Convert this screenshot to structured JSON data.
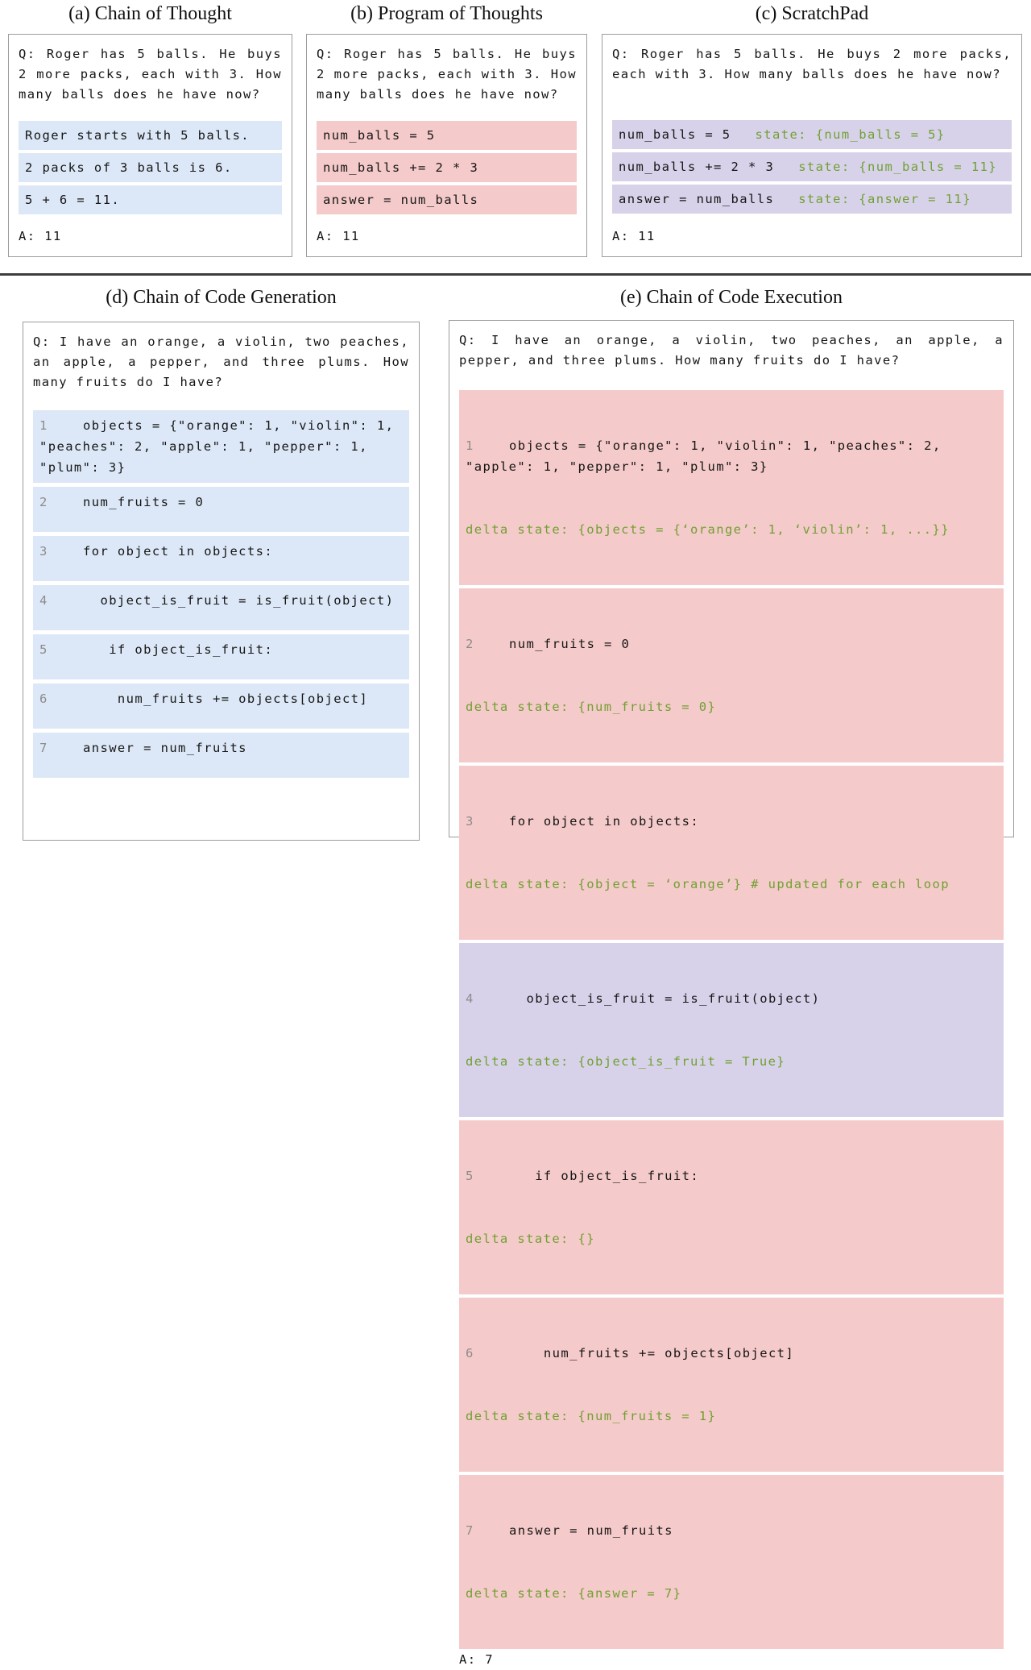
{
  "colors": {
    "blue": "#dce8f7",
    "pink": "#f5caca",
    "purple": "#d7d2e9",
    "green": "#71a033",
    "linenum": "#8c8c8c"
  },
  "panels": {
    "a": {
      "title": "(a) Chain of Thought",
      "question": "Q: Roger has 5 balls. He buys 2 more packs, each with 3. How many balls does he have now?",
      "rows": [
        {
          "code": "Roger starts with 5 balls."
        },
        {
          "code": "2 packs of 3 balls is 6."
        },
        {
          "code": "5 + 6 = 11."
        }
      ],
      "answer": "A: 11"
    },
    "b": {
      "title": "(b) Program of Thoughts",
      "question": "Q: Roger has 5 balls. He buys 2 more packs, each with 3. How many balls does he have now?",
      "rows": [
        {
          "code": "num_balls = 5"
        },
        {
          "code": "num_balls += 2 * 3"
        },
        {
          "code": "answer = num_balls"
        }
      ],
      "answer": "A: 11"
    },
    "c": {
      "title": "(c) ScratchPad",
      "question": "Q: Roger has 5 balls. He buys 2 more packs, each with 3. How many balls does he have now?",
      "rows": [
        {
          "code": "num_balls = 5",
          "state": "state: {num_balls = 5}"
        },
        {
          "code": "num_balls += 2 * 3",
          "state": "state: {num_balls = 11}"
        },
        {
          "code": "answer = num_balls",
          "state": "state: {answer = 11}"
        }
      ],
      "answer": "A: 11"
    },
    "d": {
      "title": "(d) Chain of Code Generation",
      "question": "Q: I have an orange, a violin, two peaches, an apple, a pepper, and three plums. How many fruits do I have?",
      "rows": [
        {
          "num": "1",
          "code": "objects = {\"orange\": 1, \"violin\": 1, \"peaches\": 2, \"apple\": 1, \"pepper\": 1, \"plum\": 3}"
        },
        {
          "num": "2",
          "code": "num_fruits = 0"
        },
        {
          "num": "3",
          "code": "for object in objects:"
        },
        {
          "num": "4",
          "code": "  object_is_fruit = is_fruit(object)"
        },
        {
          "num": "5",
          "code": "   if object_is_fruit:"
        },
        {
          "num": "6",
          "code": "    num_fruits += objects[object]"
        },
        {
          "num": "7",
          "code": "answer = num_fruits"
        }
      ]
    },
    "e": {
      "title": "(e) Chain of Code Execution",
      "question": "Q: I have an orange, a violin, two peaches, an apple, a pepper, and three plums. How many fruits do I have?",
      "rows": [
        {
          "num": "1",
          "code": "objects = {\"orange\": 1, \"violin\": 1, \"peaches\": 2, \"apple\": 1, \"pepper\": 1, \"plum\": 3}",
          "delta": "delta state: {objects = {‘orange’: 1, ‘violin’: 1, ...}}"
        },
        {
          "num": "2",
          "code": "num_fruits = 0",
          "delta": "delta state: {num_fruits = 0}"
        },
        {
          "num": "3",
          "code": "for object in objects:",
          "delta": "delta state: {object = ‘orange’} # updated for each loop"
        },
        {
          "num": "4",
          "code": "  object_is_fruit = is_fruit(object)",
          "delta": "delta state: {object_is_fruit = True}"
        },
        {
          "num": "5",
          "code": "   if object_is_fruit:",
          "delta": "delta state: {}"
        },
        {
          "num": "6",
          "code": "    num_fruits += objects[object]",
          "delta": "delta state: {num_fruits = 1}"
        },
        {
          "num": "7",
          "code": "answer = num_fruits",
          "delta": "delta state: {answer = 7}"
        }
      ],
      "answer": "A: 7"
    }
  }
}
